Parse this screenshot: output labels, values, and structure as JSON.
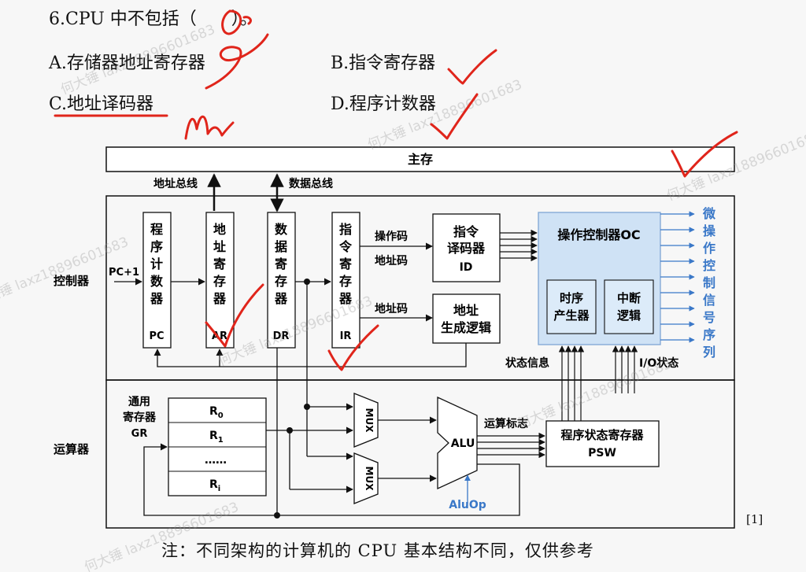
{
  "question": {
    "stem": "6.CPU 中不包括（　　）。",
    "options": {
      "a": "A.存储器地址寄存器",
      "b": "B.指令寄存器",
      "c": "C.地址译码器",
      "d": "D.程序计数器"
    }
  },
  "diagram": {
    "main_memory": "主存",
    "address_bus": "地址总线",
    "data_bus": "数据总线",
    "controller": "控制器",
    "alu_section": "运算器",
    "pc_input": "PC+1",
    "pc": {
      "lines": [
        "程",
        "序",
        "计",
        "数",
        "器"
      ],
      "abbr": "PC"
    },
    "ar": {
      "lines": [
        "地",
        "址",
        "寄",
        "存",
        "器"
      ],
      "abbr": "AR"
    },
    "dr": {
      "lines": [
        "数",
        "据",
        "寄",
        "存",
        "器"
      ],
      "abbr": "DR"
    },
    "ir": {
      "lines": [
        "指",
        "令",
        "寄",
        "存",
        "器"
      ],
      "abbr": "IR"
    },
    "opcode": "操作码",
    "addr_code_1": "地址码",
    "addr_code_2": "地址码",
    "decoder": {
      "line1": "指令",
      "line2": "译码器",
      "abbr": "ID"
    },
    "addr_gen": {
      "line1": "地址",
      "line2": "生成逻辑"
    },
    "oc": "操作控制器OC",
    "timing": {
      "line1": "时序",
      "line2": "产生器"
    },
    "interrupt": {
      "line1": "中断",
      "line2": "逻辑"
    },
    "micro_signals": [
      "微",
      "操",
      "作",
      "控",
      "制",
      "信",
      "号",
      "序",
      "列"
    ],
    "status_info": "状态信息",
    "io_status": "I/O状态",
    "gr_label": {
      "line1": "通用",
      "line2": "寄存器",
      "line3": "GR"
    },
    "registers": {
      "r0": "R",
      "r0_sub": "0",
      "r1": "R",
      "r1_sub": "1",
      "dots": "……",
      "ri": "R",
      "ri_sub": "i"
    },
    "mux": "MUX",
    "alu": "ALU",
    "alu_flags": "运算标志",
    "psw": {
      "line1": "程序状态寄存器",
      "line2": "PSW"
    },
    "aluop": "AluOp",
    "colors": {
      "oc_fill": "#cfe2f5",
      "oc_stroke": "#7fa6d4",
      "signal": "#3a78c8",
      "ink": "#e0251b"
    }
  },
  "watermark": "何大锤 laxz18896601683",
  "note": "注：不同架构的计算机的 CPU 基本结构不同，仅供参考",
  "reference": "[1]"
}
